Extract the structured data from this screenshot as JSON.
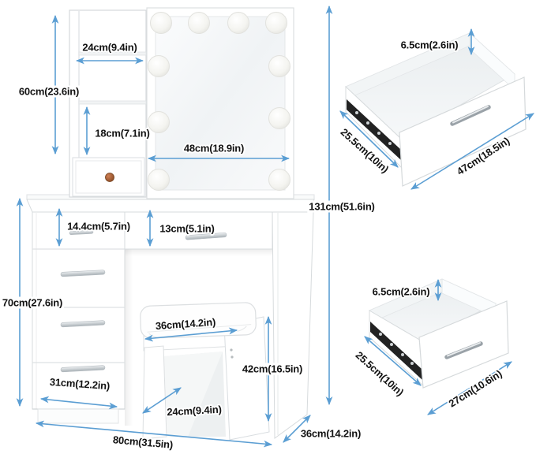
{
  "meta": {
    "type": "product-dimension-diagram",
    "subject": "vanity dressing table with lighted mirror, shelf hutch, drawers and stool"
  },
  "colors": {
    "arrow": "#5b9ed3",
    "label_text": "#121212",
    "furniture_outline": "#d7dbdd",
    "drawer_rail": "#222222",
    "knob": "#a05c36"
  },
  "labels": {
    "hutch_width": "24cm(9.4in)",
    "hutch_height": "60cm(23.6in)",
    "shelf_height": "18cm(7.1in)",
    "mirror_width": "48cm(18.9in)",
    "total_height": "131cm(51.6in)",
    "left_drawer_height": "14.4cm(5.7in)",
    "middle_drawer_height": "13cm(5.1in)",
    "cabinet_height": "70cm(27.6in)",
    "bottom_drawer_width": "31cm(12.2in)",
    "stool_seat_width": "36cm(14.2in)",
    "stool_height": "42cm(16.5in)",
    "stool_base_depth": "24cm(9.4in)",
    "table_width": "80cm(31.5in)",
    "table_depth": "36cm(14.2in)"
  },
  "drawer_detail_top": {
    "height": "6.5cm(2.6in)",
    "depth": "25.5cm(10in)",
    "width": "47cm(18.5in)"
  },
  "drawer_detail_bottom": {
    "height": "6.5cm(2.6in)",
    "depth": "25.5cm(10in)",
    "width": "27cm(10.6in)"
  }
}
